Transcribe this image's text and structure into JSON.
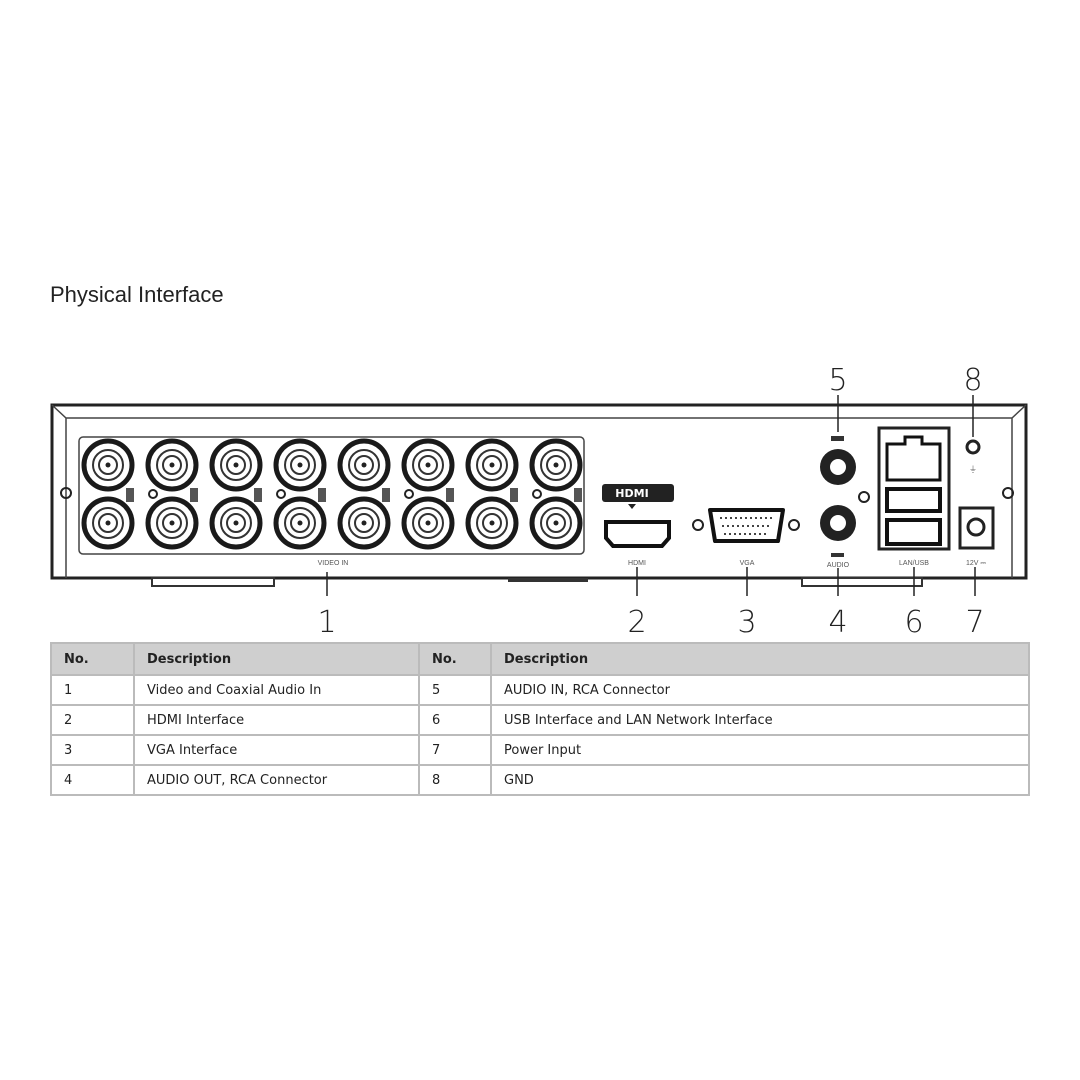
{
  "title": "Physical Interface",
  "panel_labels": {
    "video_in": "VIDEO IN",
    "hdmi": "HDMI",
    "hdmi_logo": "HDMI",
    "vga": "VGA",
    "audio": "AUDIO",
    "lan_usb": "LAN/USB",
    "power": "12V ⎓"
  },
  "callouts": [
    "1",
    "2",
    "3",
    "4",
    "5",
    "6",
    "7",
    "8"
  ],
  "table": {
    "headers": [
      "No.",
      "Description",
      "No.",
      "Description"
    ],
    "rows": [
      [
        "1",
        "Video and Coaxial Audio In",
        "5",
        "AUDIO IN, RCA Connector"
      ],
      [
        "2",
        "HDMI Interface",
        "6",
        "USB Interface and LAN Network Interface"
      ],
      [
        "3",
        "VGA Interface",
        "7",
        "Power Input"
      ],
      [
        "4",
        "AUDIO OUT, RCA Connector",
        "8",
        "GND"
      ]
    ]
  }
}
